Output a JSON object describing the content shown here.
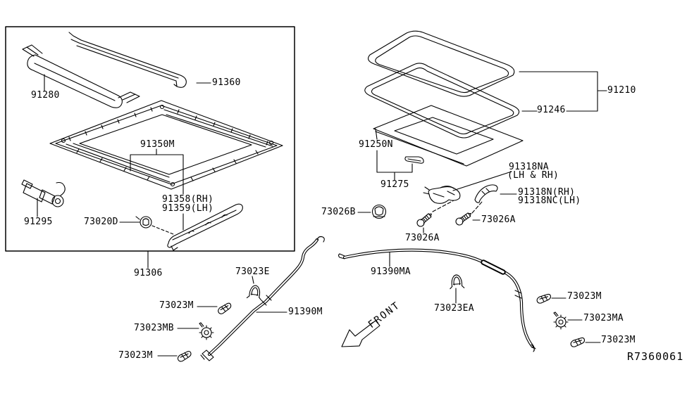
{
  "diagram": {
    "type": "exploded-parts-diagram",
    "subject": "sunroof-assembly",
    "ref_code": "R7360061",
    "front_label": "FRONT",
    "colors": {
      "line": "#000000",
      "background": "#ffffff"
    },
    "labels": {
      "p91280": "91280",
      "p91360": "91360",
      "p91350M": "91350M",
      "p91358": "91358(RH)",
      "p91359": "91359(LH)",
      "p91295": "91295",
      "p73020D": "73020D",
      "p91306": "91306",
      "p91210": "91210",
      "p91246": "91246",
      "p91250N": "91250N",
      "p91275": "91275",
      "p91318NA": "91318NA",
      "p91318NA_sub": "(LH & RH)",
      "p91318N": "91318N(RH)",
      "p91318NC": "91318NC(LH)",
      "p73026B": "73026B",
      "p73026A_a": "73026A",
      "p73026A_b": "73026A",
      "p91390MA": "91390MA",
      "p73023E": "73023E",
      "p73023M_a": "73023M",
      "p91390M": "91390M",
      "p73023MB": "73023MB",
      "p73023M_b": "73023M",
      "p73023EA": "73023EA",
      "p73023M_c": "73023M",
      "p73023MA": "73023MA",
      "p73023M_d": "73023M"
    }
  }
}
